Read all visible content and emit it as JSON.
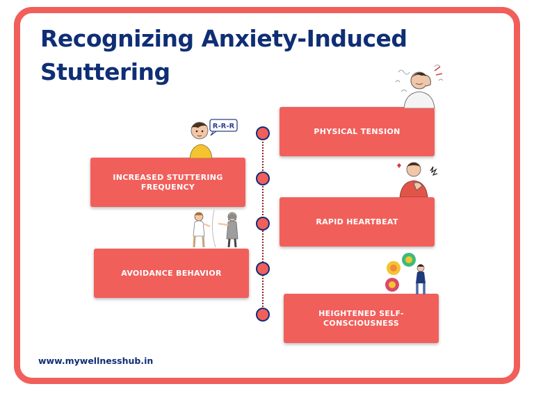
{
  "title": "Recognizing Anxiety-Induced Stuttering",
  "cards": [
    {
      "label": "PHYSICAL TENSION"
    },
    {
      "label": "INCREASED STUTTERING FREQUENCY"
    },
    {
      "label": "RAPID HEARTBEAT"
    },
    {
      "label": "AVOIDANCE BEHAVIOR"
    },
    {
      "label": "HEIGHTENED SELF-CONSCIOUSNESS"
    }
  ],
  "speech_bubble_text": "R-R-R",
  "website": "www.mywellnesshub.in",
  "colors": {
    "accent": "#f15f5b",
    "navy": "#0f2e75",
    "white": "#ffffff"
  },
  "icons": [
    "stressed-man-icon",
    "boy-speech-bubble-icon",
    "heartbeat-man-icon",
    "avoiding-people-icon",
    "self-conscious-man-icon"
  ]
}
